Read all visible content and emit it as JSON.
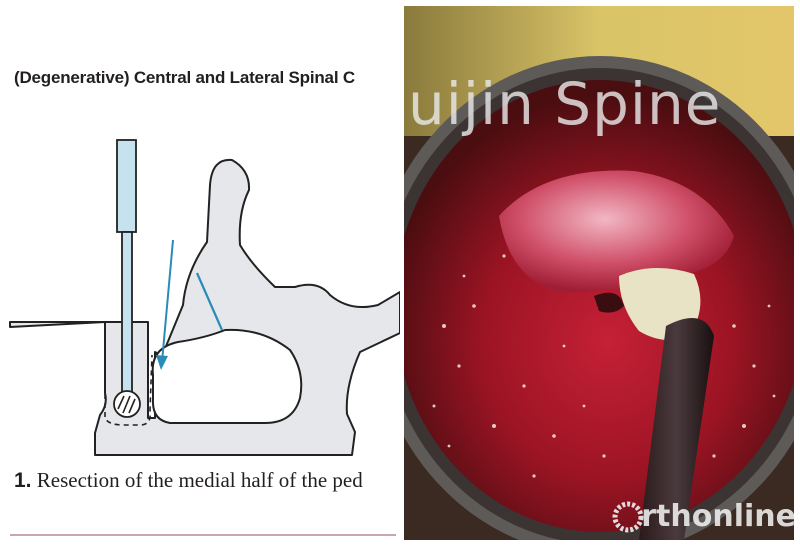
{
  "left_panel": {
    "heading": "(Degenerative) Central and Lateral Spinal C",
    "caption_number": "1.",
    "caption_text": " Resection of the medial half of the ped"
  },
  "right_panel": {
    "watermark": "uijin Spine",
    "logo_text": "rthonline"
  },
  "colors": {
    "bone_fill": "#e5e7ea",
    "outline": "#222222",
    "arrow": "#2a8bb8",
    "endoscope_tube": "#c7e2ef",
    "tissue_red": "#b3172a",
    "rule": "#c9a5b6"
  }
}
